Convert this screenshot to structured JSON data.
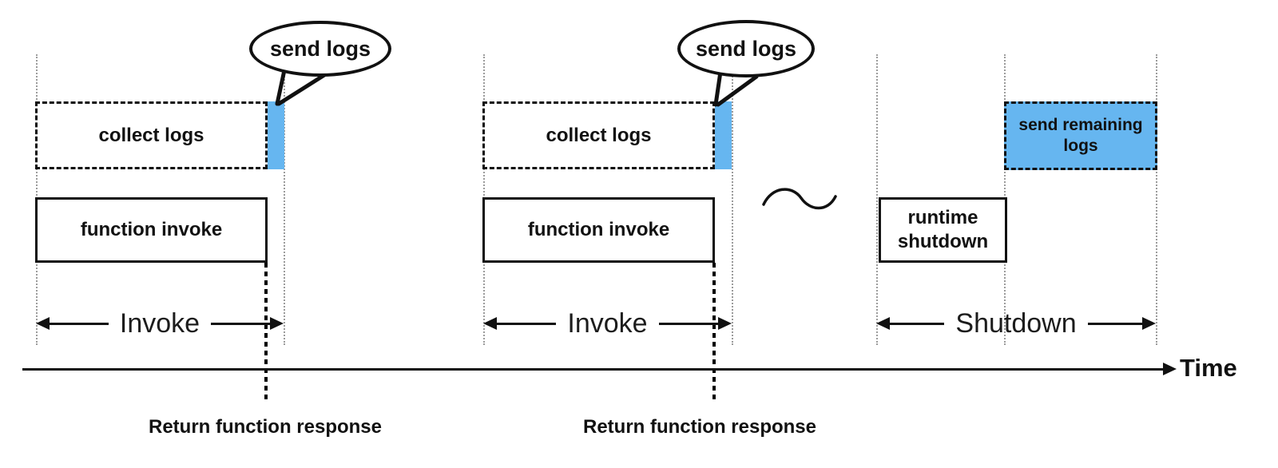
{
  "labels": {
    "send_logs": "send logs",
    "collect_logs": "collect logs",
    "function_invoke": "function invoke",
    "invoke_span": "Invoke",
    "shutdown_span": "Shutdown",
    "runtime_shutdown": "runtime shutdown",
    "send_remaining_logs": "send remaining logs",
    "return_response": "Return function response",
    "time": "Time"
  },
  "colors": {
    "highlight_blue": "#66b6f0",
    "line_black": "#111111",
    "guide_gray": "#9c9c9c"
  }
}
